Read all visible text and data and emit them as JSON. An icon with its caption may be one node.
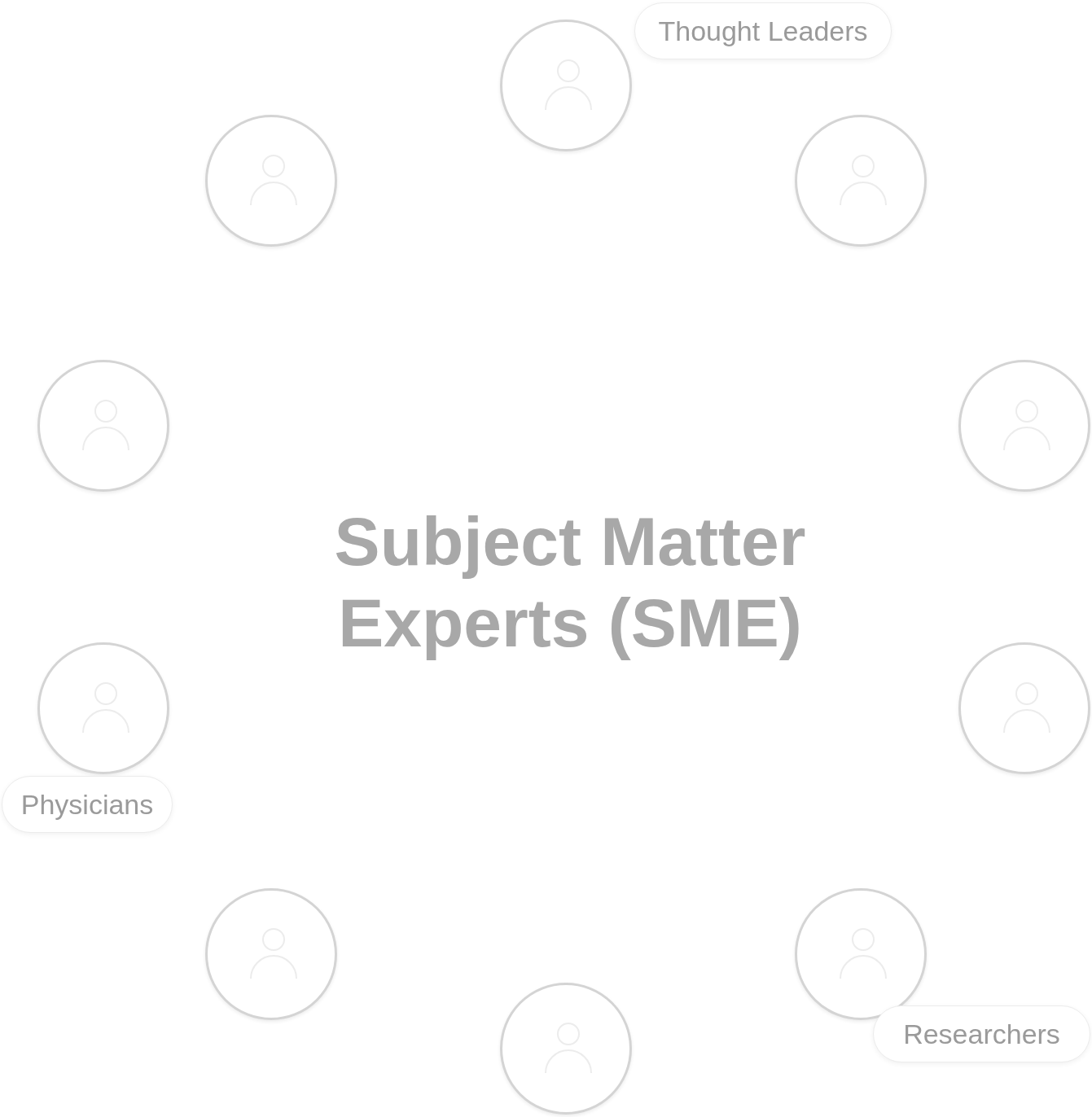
{
  "diagram": {
    "title": "Subject Matter Experts (SME)",
    "nodes": [
      {
        "text": [
          "Thought Leaders"
        ]
      },
      {
        "text": [],
        "shape": "person"
      },
      {
        "text": [],
        "shape": "person"
      },
      {
        "text": [],
        "shape": "person"
      },
      {
        "text": [],
        "shape": "person"
      },
      {
        "text": [],
        "shape": "person"
      },
      {
        "text": [],
        "shape": "person"
      },
      {
        "text": [],
        "shape": "person"
      },
      {
        "text": [
          "Physicians"
        ]
      },
      {
        "text": [],
        "shape": "person"
      },
      {
        "text": [],
        "shape": "person"
      },
      {
        "text": [
          "Researchers"
        ]
      },
      {
        "text": [],
        "shape": "person"
      }
    ]
  }
}
